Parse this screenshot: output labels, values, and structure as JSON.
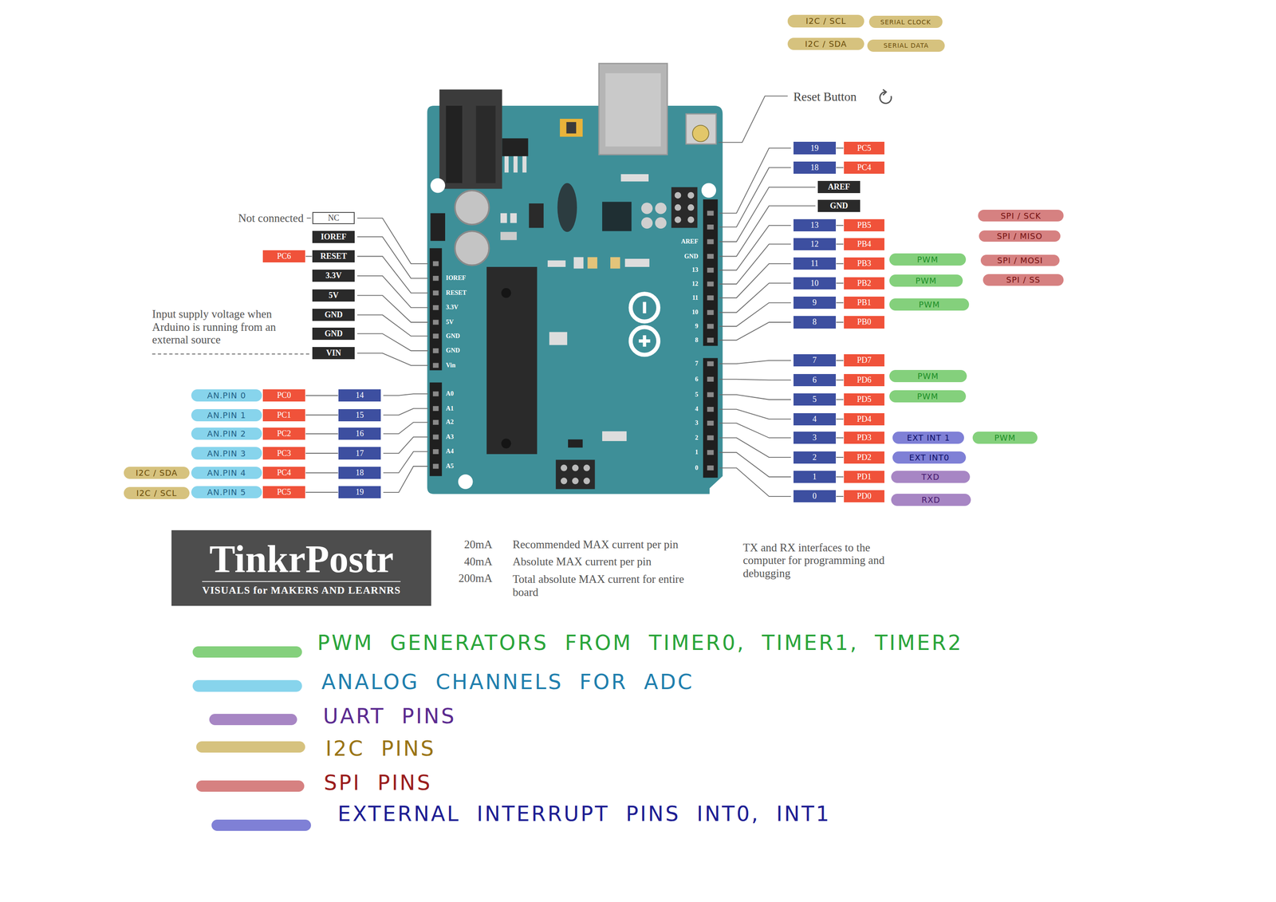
{
  "diagram": {
    "nodes": [
      {
        "text": [
          "I2C / SCL"
        ]
      },
      {
        "text": [
          "SERIAL CLOCK"
        ]
      },
      {
        "text": [
          "I2C / SDA"
        ]
      },
      {
        "text": [
          "SERIAL DATA"
        ]
      },
      {
        "text": [
          "19"
        ]
      },
      {
        "text": [
          "PC5"
        ]
      },
      {
        "text": [
          "18"
        ]
      },
      {
        "text": [
          "PC4"
        ]
      },
      {
        "text": [
          "AREF"
        ]
      },
      {
        "text": [
          "GND"
        ]
      },
      {
        "text": [
          "SPI / SCK"
        ]
      },
      {
        "text": [
          "13"
        ]
      },
      {
        "text": [
          "PB5"
        ]
      },
      {
        "text": [
          "SPI / MISO"
        ]
      },
      {
        "text": [
          "12"
        ]
      },
      {
        "text": [
          "PB4"
        ]
      },
      {
        "text": [
          "11"
        ]
      },
      {
        "text": [
          "PB3"
        ]
      },
      {
        "text": [
          "PWM"
        ]
      },
      {
        "text": [
          "SPI / MOSI"
        ]
      },
      {
        "text": [
          "10"
        ]
      },
      {
        "text": [
          "PB2"
        ]
      },
      {
        "text": [
          "PWM"
        ]
      },
      {
        "text": [
          "SPI / SS"
        ]
      },
      {
        "text": [
          "9"
        ]
      },
      {
        "text": [
          "PB1"
        ]
      },
      {
        "text": [
          "PWM"
        ]
      },
      {
        "text": [
          "8"
        ]
      },
      {
        "text": [
          "PB0"
        ]
      },
      {
        "text": [
          "7"
        ]
      },
      {
        "text": [
          "PD7"
        ]
      },
      {
        "text": [
          "6"
        ]
      },
      {
        "text": [
          "PD6"
        ]
      },
      {
        "text": [
          "PWM"
        ]
      },
      {
        "text": [
          "5"
        ]
      },
      {
        "text": [
          "PD5"
        ]
      },
      {
        "text": [
          "PWM"
        ]
      },
      {
        "text": [
          "4"
        ]
      },
      {
        "text": [
          "PD4"
        ]
      },
      {
        "text": [
          "3"
        ]
      },
      {
        "text": [
          "PD3"
        ]
      },
      {
        "text": [
          "EXT INT 1"
        ]
      },
      {
        "text": [
          "PWM"
        ]
      },
      {
        "text": [
          "2"
        ]
      },
      {
        "text": [
          "PD2"
        ]
      },
      {
        "text": [
          "EXT INT0"
        ]
      },
      {
        "text": [
          "1"
        ]
      },
      {
        "text": [
          "PD1"
        ]
      },
      {
        "text": [
          "TXD"
        ]
      },
      {
        "text": [
          "0"
        ]
      },
      {
        "text": [
          "PD0"
        ]
      },
      {
        "text": [
          "RXD"
        ]
      },
      {
        "text": [
          "NC"
        ]
      },
      {
        "text": [
          "IOREF"
        ]
      },
      {
        "text": [
          "PC6"
        ]
      },
      {
        "text": [
          "RESET"
        ]
      },
      {
        "text": [
          "3.3V"
        ]
      },
      {
        "text": [
          "5V"
        ]
      },
      {
        "text": [
          "GND"
        ]
      },
      {
        "text": [
          "GND"
        ]
      },
      {
        "text": [
          "VIN"
        ]
      },
      {
        "text": [
          "AN.PIN 0"
        ]
      },
      {
        "text": [
          "PC0"
        ]
      },
      {
        "text": [
          "14"
        ]
      },
      {
        "text": [
          "AN.PIN 1"
        ]
      },
      {
        "text": [
          "PC1"
        ]
      },
      {
        "text": [
          "15"
        ]
      },
      {
        "text": [
          "AN.PIN 2"
        ]
      },
      {
        "text": [
          "PC2"
        ]
      },
      {
        "text": [
          "16"
        ]
      },
      {
        "text": [
          "AN.PIN 3"
        ]
      },
      {
        "text": [
          "PC3"
        ]
      },
      {
        "text": [
          "17"
        ]
      },
      {
        "text": [
          "I2C / SDA"
        ]
      },
      {
        "text": [
          "AN.PIN 4"
        ]
      },
      {
        "text": [
          "PC4"
        ]
      },
      {
        "text": [
          "18"
        ]
      },
      {
        "text": [
          "I2C / SCL"
        ]
      },
      {
        "text": [
          "AN.PIN 5"
        ]
      },
      {
        "text": [
          "PC5"
        ]
      },
      {
        "text": [
          "19"
        ]
      },
      {
        "text": [
          "TinkrPostr",
          "VISUALS for MAKERS AND LEARNRS"
        ]
      }
    ],
    "edges": [
      {
        "from": 4,
        "to": 5,
        "arrow": "none"
      },
      {
        "from": 6,
        "to": 7,
        "arrow": "none"
      },
      {
        "from": 11,
        "to": 12,
        "arrow": "none"
      },
      {
        "from": 14,
        "to": 15,
        "arrow": "none"
      },
      {
        "from": 16,
        "to": 17,
        "arrow": "none"
      },
      {
        "from": 20,
        "to": 21,
        "arrow": "none"
      },
      {
        "from": 24,
        "to": 25,
        "arrow": "none"
      },
      {
        "from": 27,
        "to": 28,
        "arrow": "none"
      },
      {
        "from": 29,
        "to": 30,
        "arrow": "none"
      },
      {
        "from": 31,
        "to": 32,
        "arrow": "none"
      },
      {
        "from": 34,
        "to": 35,
        "arrow": "none"
      },
      {
        "from": 37,
        "to": 38,
        "arrow": "none"
      },
      {
        "from": 39,
        "to": 40,
        "arrow": "none"
      },
      {
        "from": 43,
        "to": 44,
        "arrow": "none"
      },
      {
        "from": 46,
        "to": 47,
        "arrow": "none"
      },
      {
        "from": 49,
        "to": 50,
        "arrow": "none"
      },
      {
        "from": 54,
        "to": 55,
        "arrow": "none"
      },
      {
        "from": 62,
        "to": 63,
        "arrow": "none"
      },
      {
        "from": 65,
        "to": 66,
        "arrow": "none"
      },
      {
        "from": 68,
        "to": 69,
        "arrow": "none"
      },
      {
        "from": 71,
        "to": 72,
        "arrow": "none"
      },
      {
        "from": 75,
        "to": 76,
        "arrow": "none"
      },
      {
        "from": 79,
        "to": 80,
        "arrow": "none"
      }
    ],
    "labels": [
      "Reset Button",
      "Not connected",
      "Input supply voltage when Arduino is running from an external source",
      "IOREF",
      "RESET",
      "3.3V",
      "5V",
      "GND",
      "GND",
      "Vin",
      "A0",
      "A1",
      "A2",
      "A3",
      "A4",
      "A5",
      "AREF",
      "GND",
      "13",
      "12",
      "11",
      "10",
      "9",
      "8",
      "7",
      "6",
      "5",
      "4",
      "3",
      "2",
      "1",
      "0",
      "20mA",
      "Recommended MAX current per pin",
      "40mA",
      "Absolute MAX current per pin",
      "200mA",
      "Total absolute MAX current for entire board",
      "TX and RX interfaces to the computer for programming and debugging"
    ],
    "legend": [
      {
        "text": "PWM GENERATORS FROM TIMER0, TIMER1, TIMER2",
        "color": "#84d07c"
      },
      {
        "text": "ANALOG CHANNELS FOR ADC",
        "color": "#87d4ec"
      },
      {
        "text": "UART PINS",
        "color": "#a786c4"
      },
      {
        "text": "I2C PINS",
        "color": "#d6c27e"
      },
      {
        "text": "SPI PINS",
        "color": "#d68181"
      },
      {
        "text": "EXTERNAL INTERRUPT PINS INT0, INT1",
        "color": "#7f80d6"
      }
    ]
  }
}
